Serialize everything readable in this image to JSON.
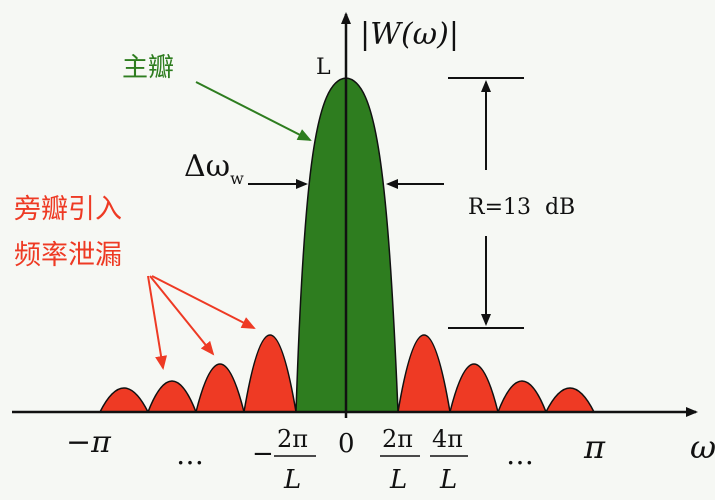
{
  "colors": {
    "main_lobe": "#2e7d1f",
    "side_lobe": "#ee3a24",
    "main_label": "#2e7d1f",
    "side_label": "#ee3a24",
    "axis": "#111111",
    "background": "#f6f8f4"
  },
  "axis": {
    "y_label": "|W(ω)|",
    "x_label": "ω",
    "peak_label": "L"
  },
  "main_lobe": {
    "label": "主瓣",
    "width_label": "Δω",
    "width_subscript": "w"
  },
  "side_lobes": {
    "label_line1": "旁瓣引入",
    "label_line2": "频率泄漏"
  },
  "attenuation": {
    "label": "R=13  dB"
  },
  "ticks": {
    "neg_pi": "−π",
    "dots_left": "…",
    "neg_two_pi_num": "2π",
    "neg_two_pi_den": "L",
    "neg_sign": "−",
    "zero": "0",
    "two_pi_num": "2π",
    "two_pi_den": "L",
    "four_pi_num": "4π",
    "four_pi_den": "L",
    "dots_right": "…",
    "pi": "π"
  }
}
